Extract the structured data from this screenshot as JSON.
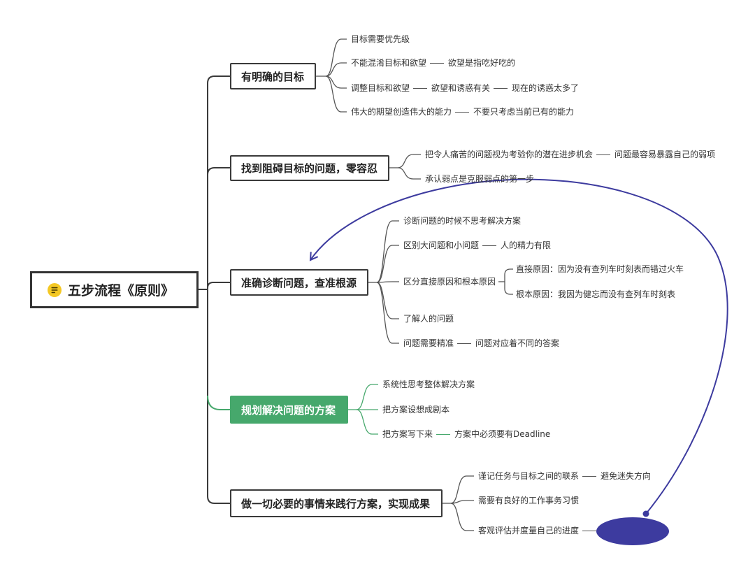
{
  "root": {
    "title": "五步流程《原则》",
    "icon": "notes-icon"
  },
  "branches": [
    {
      "title": "有明确的目标",
      "children": [
        {
          "text": "目标需要优先级"
        },
        {
          "text": "不能混淆目标和欲望",
          "next": [
            "欲望是指吃好吃的"
          ]
        },
        {
          "text": "调整目标和欲望",
          "next": [
            "欲望和诱惑有关",
            "现在的诱惑太多了"
          ]
        },
        {
          "text": "伟大的期望创造伟大的能力",
          "next": [
            "不要只考虑当前已有的能力"
          ]
        }
      ]
    },
    {
      "title": "找到阻碍目标的问题，零容忍",
      "children": [
        {
          "text": "把令人痛苦的问题视为考验你的潜在进步机会",
          "next": [
            "问题最容易暴露自己的弱项"
          ]
        },
        {
          "text": "承认弱点是克服弱点的第一步"
        }
      ]
    },
    {
      "title": "准确诊断问题，查准根源",
      "children": [
        {
          "text": "诊断问题的时候不思考解决方案"
        },
        {
          "text": "区别大问题和小问题",
          "next": [
            "人的精力有限"
          ]
        },
        {
          "text": "区分直接原因和根本原因",
          "sub": [
            "直接原因：因为没有查列车时刻表而错过火车",
            "根本原因：我因为健忘而没有查列车时刻表"
          ]
        },
        {
          "text": "了解人的问题"
        },
        {
          "text": "问题需要精准",
          "next": [
            "问题对应着不同的答案"
          ]
        }
      ]
    },
    {
      "title": "规划解决问题的方案",
      "children": [
        {
          "text": "系统性思考整体解决方案"
        },
        {
          "text": "把方案设想成剧本"
        },
        {
          "text": "把方案写下来",
          "next": [
            "方案中必须要有Deadline"
          ]
        }
      ]
    },
    {
      "title": "做一切必要的事情来践行方案，实现成果",
      "children": [
        {
          "text": "谨记任务与目标之间的联系",
          "next": [
            "避免迷失方向"
          ]
        },
        {
          "text": "需要有良好的工作事务习惯"
        },
        {
          "text": "客观评估并度量自己的进度"
        }
      ]
    }
  ],
  "colors": {
    "line": "#3a3a3a",
    "highlight_green": "#46a86c",
    "arrow_blue": "#3d3b9f",
    "icon_yellow": "#f4c824"
  }
}
